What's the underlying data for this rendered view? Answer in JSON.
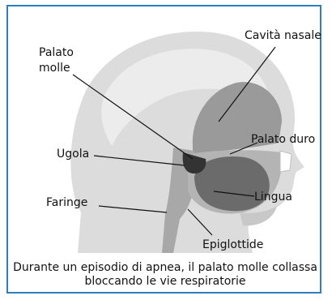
{
  "labels": {
    "palato_molle_line1": "Palato",
    "palato_molle_line2": "molle",
    "cavita_nasale": "Cavità nasale",
    "palato_duro": "Palato duro",
    "ugola": "Ugola",
    "faringe": "Faringe",
    "lingua": "Lingua",
    "epiglottide": "Epiglottide"
  },
  "caption": {
    "line1": "Durante un episodio di apnea, il palato molle collassa",
    "line2": "bloccando le vie respiratorie"
  },
  "colors": {
    "frame_border": "#2e7fc0",
    "head_silhouette": "#dcdcdc",
    "cavity_gray": "#9a9a9a",
    "tongue": "#6b6b6b",
    "uvula": "#333333",
    "text": "#111111"
  }
}
